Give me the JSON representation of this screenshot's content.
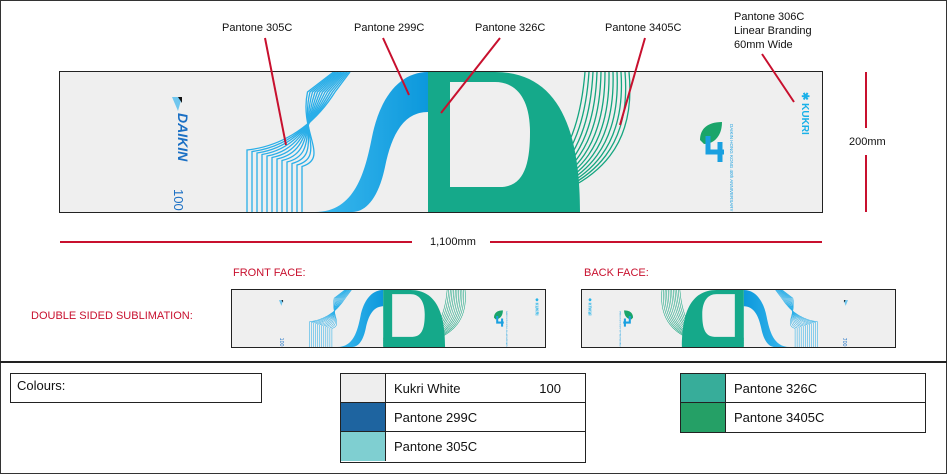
{
  "annotations": {
    "p305": "Pantone 305C",
    "p299": "Pantone 299C",
    "p326": "Pantone 326C",
    "p3405": "Pantone 3405C",
    "p306_line1": "Pantone 306C",
    "p306_line2": "Linear Branding",
    "p306_line3": "60mm Wide"
  },
  "dimensions": {
    "width": "1,100mm",
    "height": "200mm"
  },
  "logos": {
    "daikin": "DAIKIN",
    "daikin_100": "100",
    "anniversary": "DAIKIN HONG KONG 40th ANNIVERSARY",
    "kukri": "KUKRI"
  },
  "labels": {
    "front_face": "FRONT FACE:",
    "back_face": "BACK FACE:",
    "double_sided": "DOUBLE SIDED SUBLIMATION:"
  },
  "colours": {
    "title": "Colours:",
    "table_left": [
      {
        "name": "Kukri White",
        "value": "100",
        "hex": "#eeeeee"
      },
      {
        "name": "Pantone 299C",
        "hex": "#1e64a0"
      },
      {
        "name": "Pantone 305C",
        "hex": "#7fcfd1"
      }
    ],
    "table_right": [
      {
        "name": "Pantone 326C",
        "hex": "#37ad9a"
      },
      {
        "name": "Pantone 3405C",
        "hex": "#25a066"
      }
    ]
  },
  "accent": "#c8102e"
}
